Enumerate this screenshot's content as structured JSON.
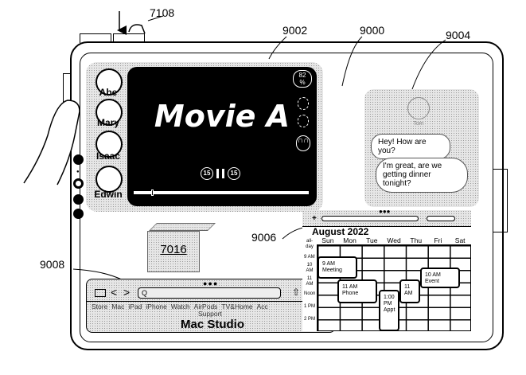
{
  "labels": {
    "ref_7108": "7108",
    "ref_9002": "9002",
    "ref_9000": "9000",
    "ref_9004": "9004",
    "ref_9006": "9006",
    "ref_9008": "9008",
    "ref_7016": "7016"
  },
  "video": {
    "title": "Movie A",
    "battery": "82\n%",
    "skip_back": "15",
    "skip_forward": "15"
  },
  "participants": [
    {
      "name": "Abe"
    },
    {
      "name": "Mary"
    },
    {
      "name": "Isaac"
    },
    {
      "name": "Edwin"
    }
  ],
  "messages": {
    "contact": "Tom",
    "items": [
      "Hey! How are you?",
      "I'm great, are we getting dinner tonight?"
    ]
  },
  "calendar": {
    "add": "+",
    "title": "August 2022",
    "days": [
      "Sun",
      "Mon",
      "Tue",
      "Wed",
      "Thu",
      "Fri",
      "Sat"
    ],
    "times": [
      "all-day",
      "9 AM",
      "10 AM",
      "11 AM",
      "Noon",
      "1 PM",
      "2 PM"
    ],
    "events": [
      {
        "label": "9 AM Meeting"
      },
      {
        "label": "11 AM Phone"
      },
      {
        "label": "1:00 PM Appt"
      },
      {
        "label": "11 AM"
      },
      {
        "label": "10 AM Event"
      }
    ]
  },
  "browser": {
    "nav": [
      "Store",
      "Mac",
      "iPad",
      "iPhone",
      "Watch",
      "AirPods",
      "TV&Home",
      "Acc"
    ],
    "support": "Support",
    "headline": "Mac Studio",
    "search_icon": "Q"
  }
}
